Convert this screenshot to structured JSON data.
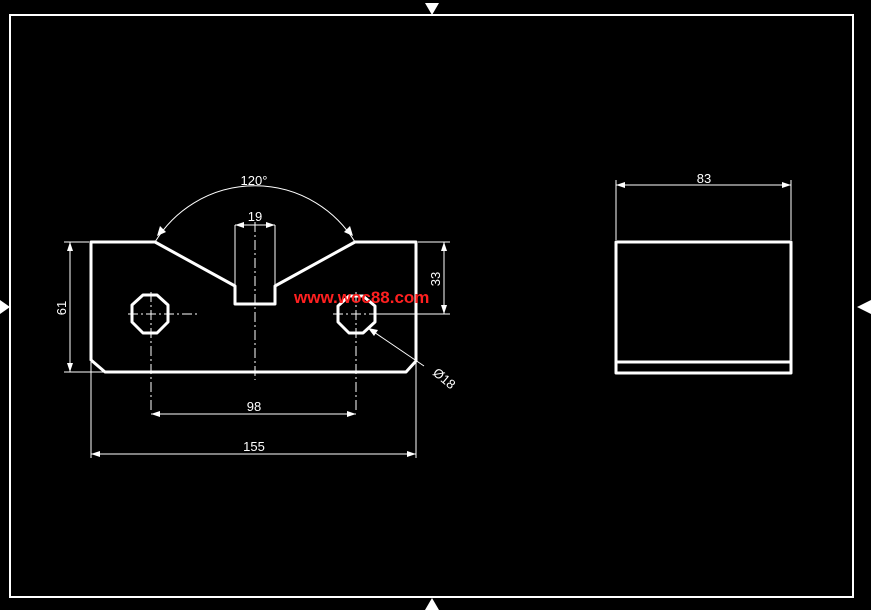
{
  "colors": {
    "background": "#000000",
    "lines": "#ffffff",
    "watermark": "#ff2020"
  },
  "dimensions": {
    "angle": "120°",
    "slot_width": "19",
    "slot_depth": "33",
    "height": "61",
    "hole_diameter": "Ø18",
    "hole_spacing": "98",
    "overall_length": "155",
    "side_width": "83"
  },
  "watermark": "www.woc88.com"
}
